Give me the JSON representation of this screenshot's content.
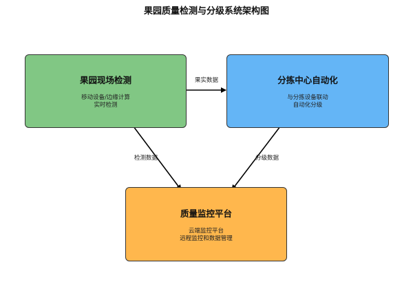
{
  "title": "果园质量检测与分级系统架构图",
  "nodes": [
    {
      "id": "orchard",
      "title": "果园现场检测",
      "lines": [
        "移动设备/边缘计算",
        "实时检测"
      ],
      "color": "#81c784"
    },
    {
      "id": "sorting",
      "title": "分拣中心自动化",
      "lines": [
        "与分拣设备联动",
        "自动化分级"
      ],
      "color": "#64b5f6"
    },
    {
      "id": "platform",
      "title": "质量监控平台",
      "lines": [
        "云端监控平台",
        "远程监控和数据管理"
      ],
      "color": "#ffb74d"
    }
  ],
  "edges": [
    {
      "from": "orchard",
      "to": "sorting",
      "label": "果实数据"
    },
    {
      "from": "orchard",
      "to": "platform",
      "label": "检测数据"
    },
    {
      "from": "sorting",
      "to": "platform",
      "label": "分级数据"
    }
  ]
}
